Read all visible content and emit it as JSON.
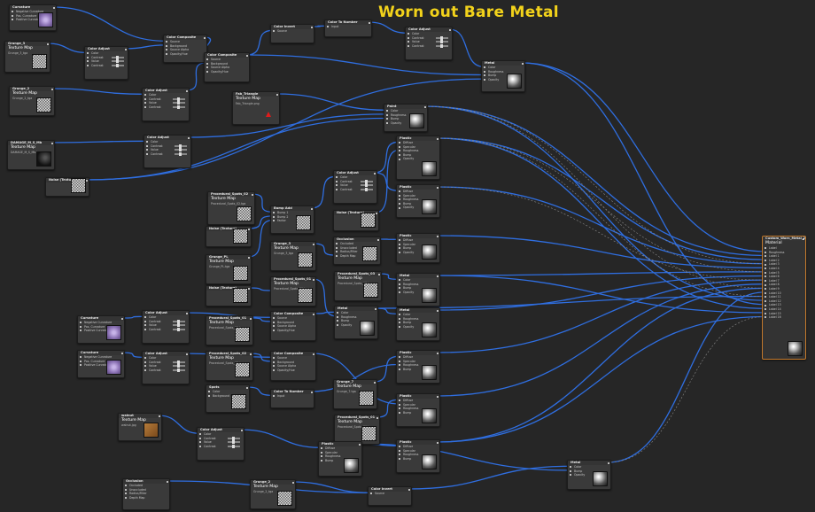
{
  "page": {
    "title": "Worn out Bare Metal"
  },
  "nodes": {
    "curvature1": {
      "title": "Curvature",
      "ports": [
        "Negative Curvature",
        "Pos. Curvature",
        "Positive Curvature"
      ]
    },
    "grunge3": {
      "title": "Grunge_3",
      "subtitle": "Texture Map",
      "caption": "Grunge_3_tga"
    },
    "coloradjust1": {
      "title": "Color Adjust",
      "ports": [
        "Color",
        "Contrast",
        "Value",
        "Contrast"
      ]
    },
    "colorcomp1": {
      "title": "Color Composite",
      "ports": [
        "Source",
        "Background",
        "Source Alpha",
        "Opacity/Hue"
      ]
    },
    "colorcomp2": {
      "title": "Color Composite",
      "ports": [
        "Source",
        "Background",
        "Source Alpha",
        "Opacity/Hue"
      ]
    },
    "colorinvert1": {
      "title": "Color Invert",
      "ports": [
        "Source"
      ]
    },
    "colortonum1": {
      "title": "Color To Number",
      "ports": [
        "Input"
      ]
    },
    "coloradjust2": {
      "title": "Color Adjust",
      "ports": [
        "Color",
        "Contrast",
        "Value",
        "Contrast"
      ]
    },
    "metal1": {
      "title": "Metal",
      "ports": [
        "Color",
        "Roughness",
        "Bump",
        "Opacity"
      ]
    },
    "grunge2": {
      "title": "Grunge_2",
      "subtitle": "Texture Map",
      "caption": "Grunge_2_tga"
    },
    "coloradjust3": {
      "title": "Color Adjust",
      "ports": [
        "Color",
        "Contrast",
        "Value",
        "Contrast"
      ]
    },
    "fabtriangle": {
      "title": "Fab_Triangle",
      "subtitle": "Texture Map",
      "caption": "Fab_Triangle.png"
    },
    "paint": {
      "title": "Paint",
      "ports": [
        "Color",
        "Roughness",
        "Bump",
        "Opacity"
      ]
    },
    "damaged": {
      "title": "DAMAGE_M_S_Mb",
      "subtitle": "Texture Map",
      "caption": "DAMAGE_M_S_Mb.tga"
    },
    "coloradjust4": {
      "title": "Color Adjust",
      "ports": [
        "Color",
        "Contrast",
        "Value",
        "Contrast"
      ]
    },
    "noise1": {
      "title": "Noise (Texture)"
    },
    "plastic1": {
      "title": "Plastic",
      "ports": [
        "Diffuse",
        "Specular",
        "Roughness",
        "Bump",
        "Opacity"
      ]
    },
    "plastic2": {
      "title": "Plastic",
      "ports": [
        "Diffuse",
        "Specular",
        "Roughness",
        "Bump",
        "Opacity"
      ]
    },
    "coloradjust5": {
      "title": "Color Adjust",
      "ports": [
        "Color",
        "Contrast",
        "Value",
        "Contrast"
      ]
    },
    "procspots1": {
      "title": "Procedural_Spots_02",
      "subtitle": "Texture Map",
      "caption": "Procedural_Spots_02.tga"
    },
    "bumpadd": {
      "title": "Bump Add",
      "ports": [
        "Bump 1",
        "Bump 2",
        "Factor"
      ]
    },
    "noise2": {
      "title": "Noise (Texture)"
    },
    "noise3": {
      "title": "Noise (Texture)"
    },
    "occlusion1": {
      "title": "Occlusion",
      "ports": [
        "Occluded",
        "Unoccluded",
        "Radius/Filter",
        "Depth Map"
      ]
    },
    "plastic3": {
      "title": "Plastic",
      "ports": [
        "Diffuse",
        "Specular",
        "Bump",
        "Opacity"
      ]
    },
    "grunge_pl": {
      "title": "Grunge_PL",
      "subtitle": "Texture Map",
      "caption": "Grunge_PL.tga"
    },
    "grunge3b": {
      "title": "Grunge_3",
      "subtitle": "Texture Map",
      "caption": "Grunge_3_tga"
    },
    "noise4": {
      "title": "Noise (Texture)"
    },
    "procspots2": {
      "title": "Procedural_Spots_01",
      "subtitle": "Texture Map",
      "caption": "Procedural_Spots_01.tga"
    },
    "procspots3": {
      "title": "Procedural_Spots_03",
      "subtitle": "Texture Map",
      "caption": "Procedural_Spots_03.tga"
    },
    "metal2": {
      "title": "Metal",
      "ports": [
        "Color",
        "Roughness",
        "Bump",
        "Opacity"
      ]
    },
    "metal3": {
      "title": "Metal",
      "ports": [
        "Color",
        "Roughness",
        "Bump",
        "Opacity"
      ]
    },
    "curvature2": {
      "title": "Curvature",
      "ports": [
        "Negative Curvature",
        "Pos. Curvature",
        "Positive Curvature"
      ]
    },
    "coloradjust6": {
      "title": "Color Adjust",
      "ports": [
        "Color",
        "Contrast",
        "Value",
        "Contrast"
      ]
    },
    "procspots4": {
      "title": "Procedural_Spots_01",
      "subtitle": "Texture Map",
      "caption": "Procedural_Spots_01.tga"
    },
    "colorcomp3": {
      "title": "Color Composite",
      "ports": [
        "Source",
        "Background",
        "Source Alpha",
        "Opacity/Hue"
      ]
    },
    "colorcomp4": {
      "title": "Color Composite",
      "ports": [
        "Source",
        "Background",
        "Source Alpha",
        "Opacity/Hue"
      ]
    },
    "curvature3": {
      "title": "Curvature",
      "ports": [
        "Negative Curvature",
        "Pos. Curvature",
        "Positive Curvature"
      ]
    },
    "coloradjust7": {
      "title": "Color Adjust",
      "ports": [
        "Color",
        "Contrast",
        "Value",
        "Contrast"
      ]
    },
    "procspots5": {
      "title": "Procedural_Spots_02",
      "subtitle": "Texture Map",
      "caption": "Procedural_Spots_02.tga"
    },
    "spots": {
      "title": "Spots",
      "ports": [
        "Color",
        "Background"
      ]
    },
    "colortonum2": {
      "title": "Color To Number",
      "ports": [
        "Input"
      ]
    },
    "grunge7": {
      "title": "Grunge_7",
      "subtitle": "Texture Map",
      "caption": "Grunge_7.tga"
    },
    "procspots6": {
      "title": "Procedural_Spots_01",
      "subtitle": "Texture Map",
      "caption": "Procedural_Spots_01.tga"
    },
    "metal4": {
      "title": "Metal",
      "ports": [
        "Color",
        "Roughness",
        "Bump",
        "Opacity"
      ]
    },
    "plastic4": {
      "title": "Plastic",
      "ports": [
        "Diffuse",
        "Specular",
        "Roughness",
        "Bump"
      ]
    },
    "plastic5": {
      "title": "Plastic",
      "ports": [
        "Diffuse",
        "Specular",
        "Roughness",
        "Bump"
      ]
    },
    "plastic6": {
      "title": "Plastic",
      "ports": [
        "Diffuse",
        "Specular",
        "Roughness",
        "Bump"
      ]
    },
    "plastic7": {
      "title": "Plastic",
      "ports": [
        "Diffuse",
        "Specular",
        "Roughness",
        "Bump"
      ]
    },
    "walnut": {
      "title": "walnut",
      "subtitle": "Texture Map",
      "caption": "walnut.jpg"
    },
    "coloradjust8": {
      "title": "Color Adjust",
      "ports": [
        "Color",
        "Contrast",
        "Value",
        "Contrast"
      ]
    },
    "occlusion2": {
      "title": "Occlusion",
      "ports": [
        "Occluded",
        "Unoccluded",
        "Radius/Filter",
        "Depth Map"
      ]
    },
    "grunge2b": {
      "title": "Grunge_2",
      "subtitle": "Texture Map",
      "caption": "Grunge_2_tga"
    },
    "colorinvert2": {
      "title": "Color Invert",
      "ports": [
        "Source"
      ]
    },
    "metal5": {
      "title": "Metal",
      "ports": [
        "Color",
        "Bump",
        "Opacity"
      ]
    },
    "output": {
      "title": "Custom_Worn_Metal_2",
      "subtitle": "Material",
      "ports": [
        "Label",
        "Roughness",
        "Label 1",
        "Label 2",
        "Label 3",
        "Label 4",
        "Label 5",
        "Label 6",
        "Label 7",
        "Label 8",
        "Label 9",
        "Label 10",
        "Label 11",
        "Label 12",
        "Label 13",
        "Label 14",
        "Label 15",
        "Label 16"
      ]
    }
  }
}
